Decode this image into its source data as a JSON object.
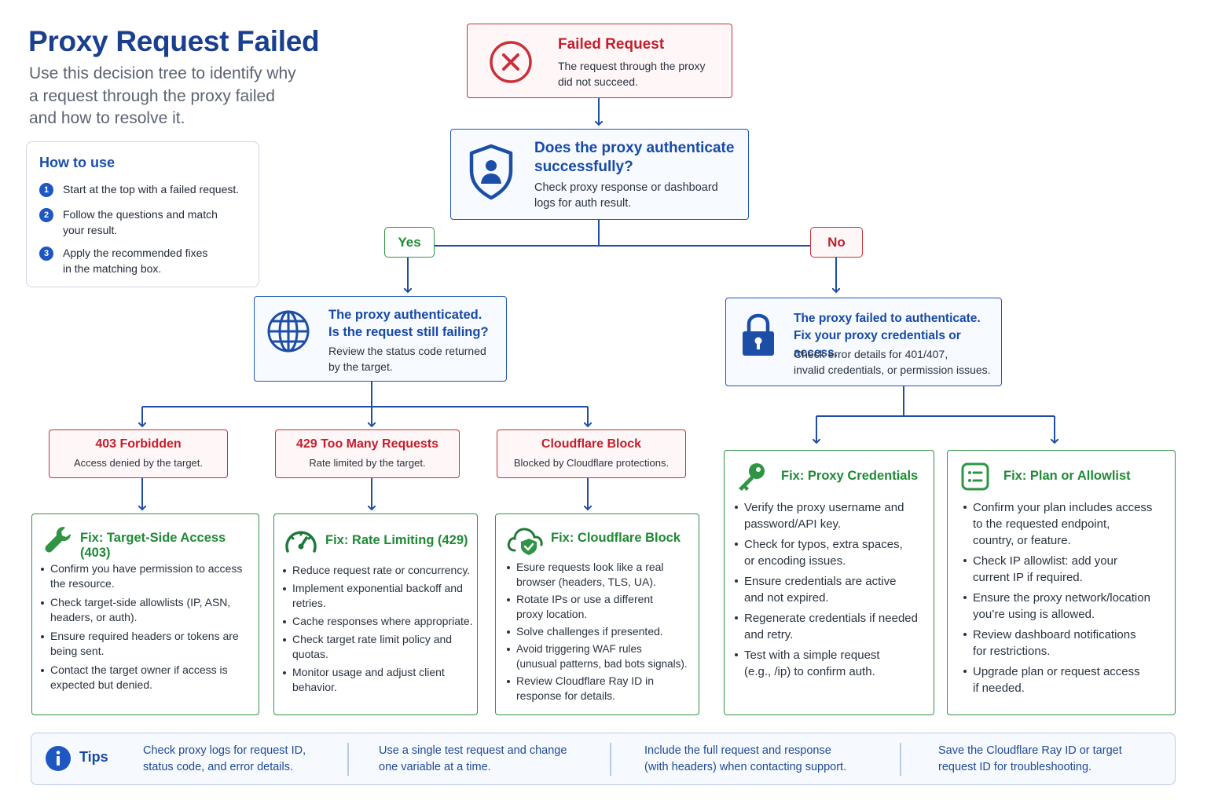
{
  "header": {
    "title": "Proxy Request Failed",
    "subtitle_lines": [
      "Use this decision tree to identify why",
      "a request through the proxy failed",
      "and how to resolve it."
    ]
  },
  "how_to_use": {
    "title": "How to use",
    "steps": [
      {
        "num": "1",
        "lines": [
          "Start at the top with a failed request."
        ]
      },
      {
        "num": "2",
        "lines": [
          "Follow the questions and match",
          "your result."
        ]
      },
      {
        "num": "3",
        "lines": [
          "Apply the recommended fixes",
          "in the matching box."
        ]
      }
    ]
  },
  "failed_request": {
    "title": "Failed Request",
    "lines": [
      "The request through the proxy",
      "did not succeed."
    ]
  },
  "auth_question": {
    "title_lines": [
      "Does the proxy authenticate",
      "successfully?"
    ],
    "lines": [
      "Check proxy response or dashboard",
      "logs for auth result."
    ]
  },
  "branches": {
    "yes": "Yes",
    "no": "No"
  },
  "authenticated": {
    "title_lines": [
      "The proxy authenticated.",
      "Is the request still failing?"
    ],
    "lines": [
      "Review the status code returned",
      "by the target."
    ]
  },
  "auth_failed": {
    "title_lines": [
      "The proxy failed to authenticate.",
      "Fix your proxy credentials or access."
    ],
    "lines": [
      "Check error details for 401/407,",
      "invalid credentials, or permission issues."
    ]
  },
  "codes": [
    {
      "title": "403 Forbidden",
      "sub": "Access denied by the target."
    },
    {
      "title": "429 Too Many Requests",
      "sub": "Rate limited by the target."
    },
    {
      "title": "Cloudflare Block",
      "sub": "Blocked by Cloudflare protections."
    }
  ],
  "fixes": [
    {
      "title": "Fix: Target-Side Access (403)",
      "icon": "wrench-icon",
      "items": [
        [
          "Confirm you have permission to access",
          "the resource."
        ],
        [
          "Check target-side allowlists (IP, ASN,",
          "headers, or auth)."
        ],
        [
          "Ensure required headers or tokens are",
          "being sent."
        ],
        [
          "Contact the target owner if access is",
          "expected but denied."
        ]
      ]
    },
    {
      "title": "Fix: Rate Limiting (429)",
      "icon": "speedometer-icon",
      "items": [
        [
          "Reduce request rate or concurrency."
        ],
        [
          "Implement exponential backoff and",
          "retries."
        ],
        [
          "Cache responses where appropriate."
        ],
        [
          "Check target rate limit policy and",
          "quotas."
        ],
        [
          "Monitor usage and adjust client",
          "behavior."
        ]
      ]
    },
    {
      "title": "Fix: Cloudflare Block",
      "icon": "cloud-shield-icon",
      "items": [
        [
          "Esure requests look like a real",
          "browser (headers, TLS, UA)."
        ],
        [
          "Rotate IPs or use a different",
          "proxy location."
        ],
        [
          "Solve challenges if presented."
        ],
        [
          "Avoid triggering WAF rules",
          "(unusual patterns, bad bots signals)."
        ],
        [
          "Review Cloudflare Ray ID in",
          "response for details."
        ]
      ]
    },
    {
      "title": "Fix: Proxy Credentials",
      "icon": "key-icon",
      "items": [
        [
          "Verify the proxy username and",
          "password/API key."
        ],
        [
          "Check for typos, extra spaces,",
          "or encoding issues."
        ],
        [
          "Ensure credentials are active",
          "and not expired."
        ],
        [
          "Regenerate credentials if needed",
          "and retry."
        ],
        [
          "Test with a simple request",
          "(e.g., /ip) to confirm auth."
        ]
      ]
    },
    {
      "title": "Fix: Plan or Allowlist",
      "icon": "checklist-icon",
      "items": [
        [
          "Confirm your plan includes access",
          "to the requested endpoint,",
          "country, or feature."
        ],
        [
          "Check IP allowlist: add your",
          "current IP if required."
        ],
        [
          "Ensure the proxy network/location",
          "you’re using is allowed."
        ],
        [
          "Review dashboard notifications",
          "for restrictions."
        ],
        [
          "Upgrade plan or request access",
          "if needed."
        ]
      ]
    }
  ],
  "tips": {
    "label": "Tips",
    "items": [
      [
        "Check proxy logs for request ID,",
        "status code, and error details."
      ],
      [
        "Use a single test request and change",
        "one variable at a time."
      ],
      [
        "Include the full request and response",
        "(with headers) when contacting support."
      ],
      [
        "Save the Cloudflare Ray ID or target",
        "request ID for troubleshooting."
      ]
    ]
  },
  "colors": {
    "red": "#c9303a",
    "blue": "#2156b8",
    "green": "#2f9444",
    "connector": "#1f4ea6"
  }
}
